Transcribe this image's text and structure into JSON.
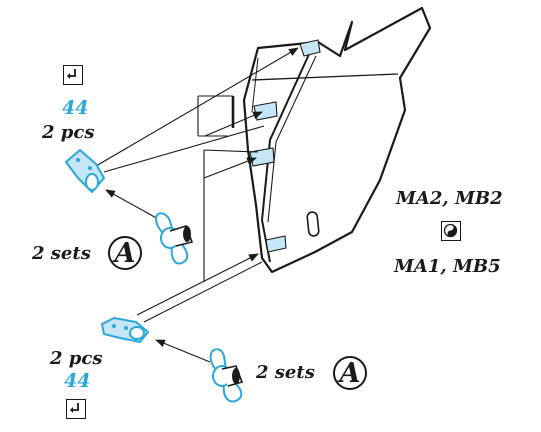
{
  "callouts": {
    "top_part_number": "44",
    "top_quantity": "2 pcs",
    "bottom_part_number": "44",
    "bottom_quantity": "2 pcs",
    "left_set_count": "2 sets",
    "bottom_set_count": "2 sets",
    "sprue_letter_left": "A",
    "sprue_letter_bottom": "A",
    "paint_top": "MA2, MB2",
    "paint_bottom": "MA1, MB5"
  },
  "icons": {
    "flip_part": "reverse-arrow-icon",
    "paint_mix": "yin-yang-icon"
  },
  "colors": {
    "ink": "#1a1a1a",
    "accent_blue": "#2aa7dc",
    "part_fill_blue": "#c4e6f6"
  }
}
